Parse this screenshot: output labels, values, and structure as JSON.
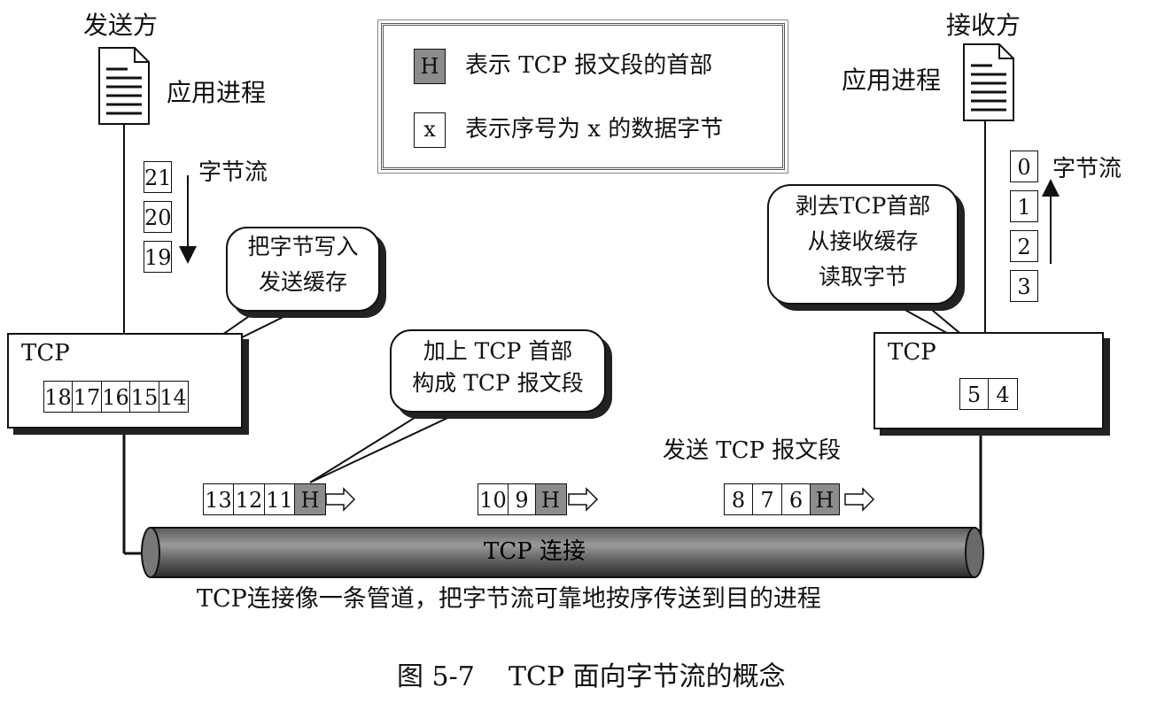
{
  "sender": {
    "title": "发送方",
    "app_label": "应用进程",
    "stream_label": "字节流",
    "stream_bytes": [
      "21",
      "20",
      "19"
    ]
  },
  "receiver": {
    "title": "接收方",
    "app_label": "应用进程",
    "stream_label": "字节流",
    "stream_bytes": [
      "0",
      "1",
      "2",
      "3"
    ]
  },
  "legend": {
    "header_symbol": "H",
    "header_text": "表示 TCP 报文段的首部",
    "byte_symbol": "x",
    "byte_text": "表示序号为 x 的数据字节"
  },
  "callouts": {
    "write": [
      "把字节写入",
      "发送缓存"
    ],
    "header": [
      "加上 TCP 首部",
      "构成 TCP 报文段"
    ],
    "read": [
      "剥去TCP首部",
      "从接收缓存",
      "读取字节"
    ]
  },
  "tcp_sender": {
    "label": "TCP",
    "buffer": [
      "18",
      "17",
      "16",
      "15",
      "14"
    ]
  },
  "tcp_receiver": {
    "label": "TCP",
    "buffer": [
      "5",
      "4"
    ]
  },
  "send_label": "发送 TCP 报文段",
  "segments": [
    {
      "bytes": [
        "13",
        "12",
        "11"
      ],
      "header": "H"
    },
    {
      "bytes": [
        "10",
        "9"
      ],
      "header": "H"
    },
    {
      "bytes": [
        "8",
        "7",
        "6"
      ],
      "header": "H"
    }
  ],
  "pipe": {
    "label": "TCP 连接",
    "caption": "TCP连接像一条管道，把字节流可靠地按序传送到目的进程"
  },
  "figure_caption": "图 5-7    TCP 面向字节流的概念",
  "colors": {
    "pipe_dark": "#3a3a3a",
    "pipe_light": "#9a9a9a",
    "header_fill": "#8c8c8c",
    "highlight": "#d0312d"
  }
}
